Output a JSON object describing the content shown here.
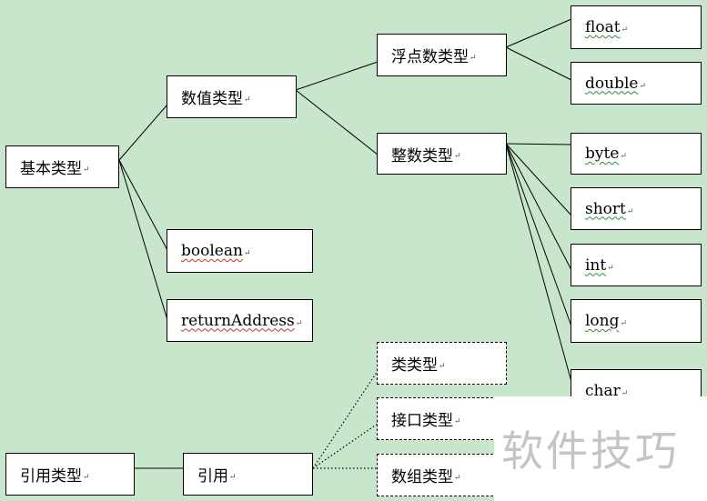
{
  "nodes": {
    "basic_type": "基本类型",
    "numeric_type": "数值类型",
    "boolean": "boolean",
    "return_address": "returnAddress",
    "float_type": "浮点数类型",
    "integer_type": "整数类型",
    "float": "float",
    "double": "double",
    "byte": "byte",
    "short": "short",
    "int": "int",
    "long": "long",
    "char": "char",
    "reference_type": "引用类型",
    "reference": "引用",
    "class_type": "类类型",
    "interface_type": "接口类型",
    "array_type": "数组类型"
  },
  "paragraph_mark": "↵",
  "watermark": "软件技巧",
  "colors": {
    "background": "#c8e6cc",
    "box_fill": "#ffffff",
    "line": "#000000",
    "spell_underline_red": "#c0392b",
    "spell_underline_green": "#2e8b3a",
    "watermark": "#c4c4c4"
  }
}
